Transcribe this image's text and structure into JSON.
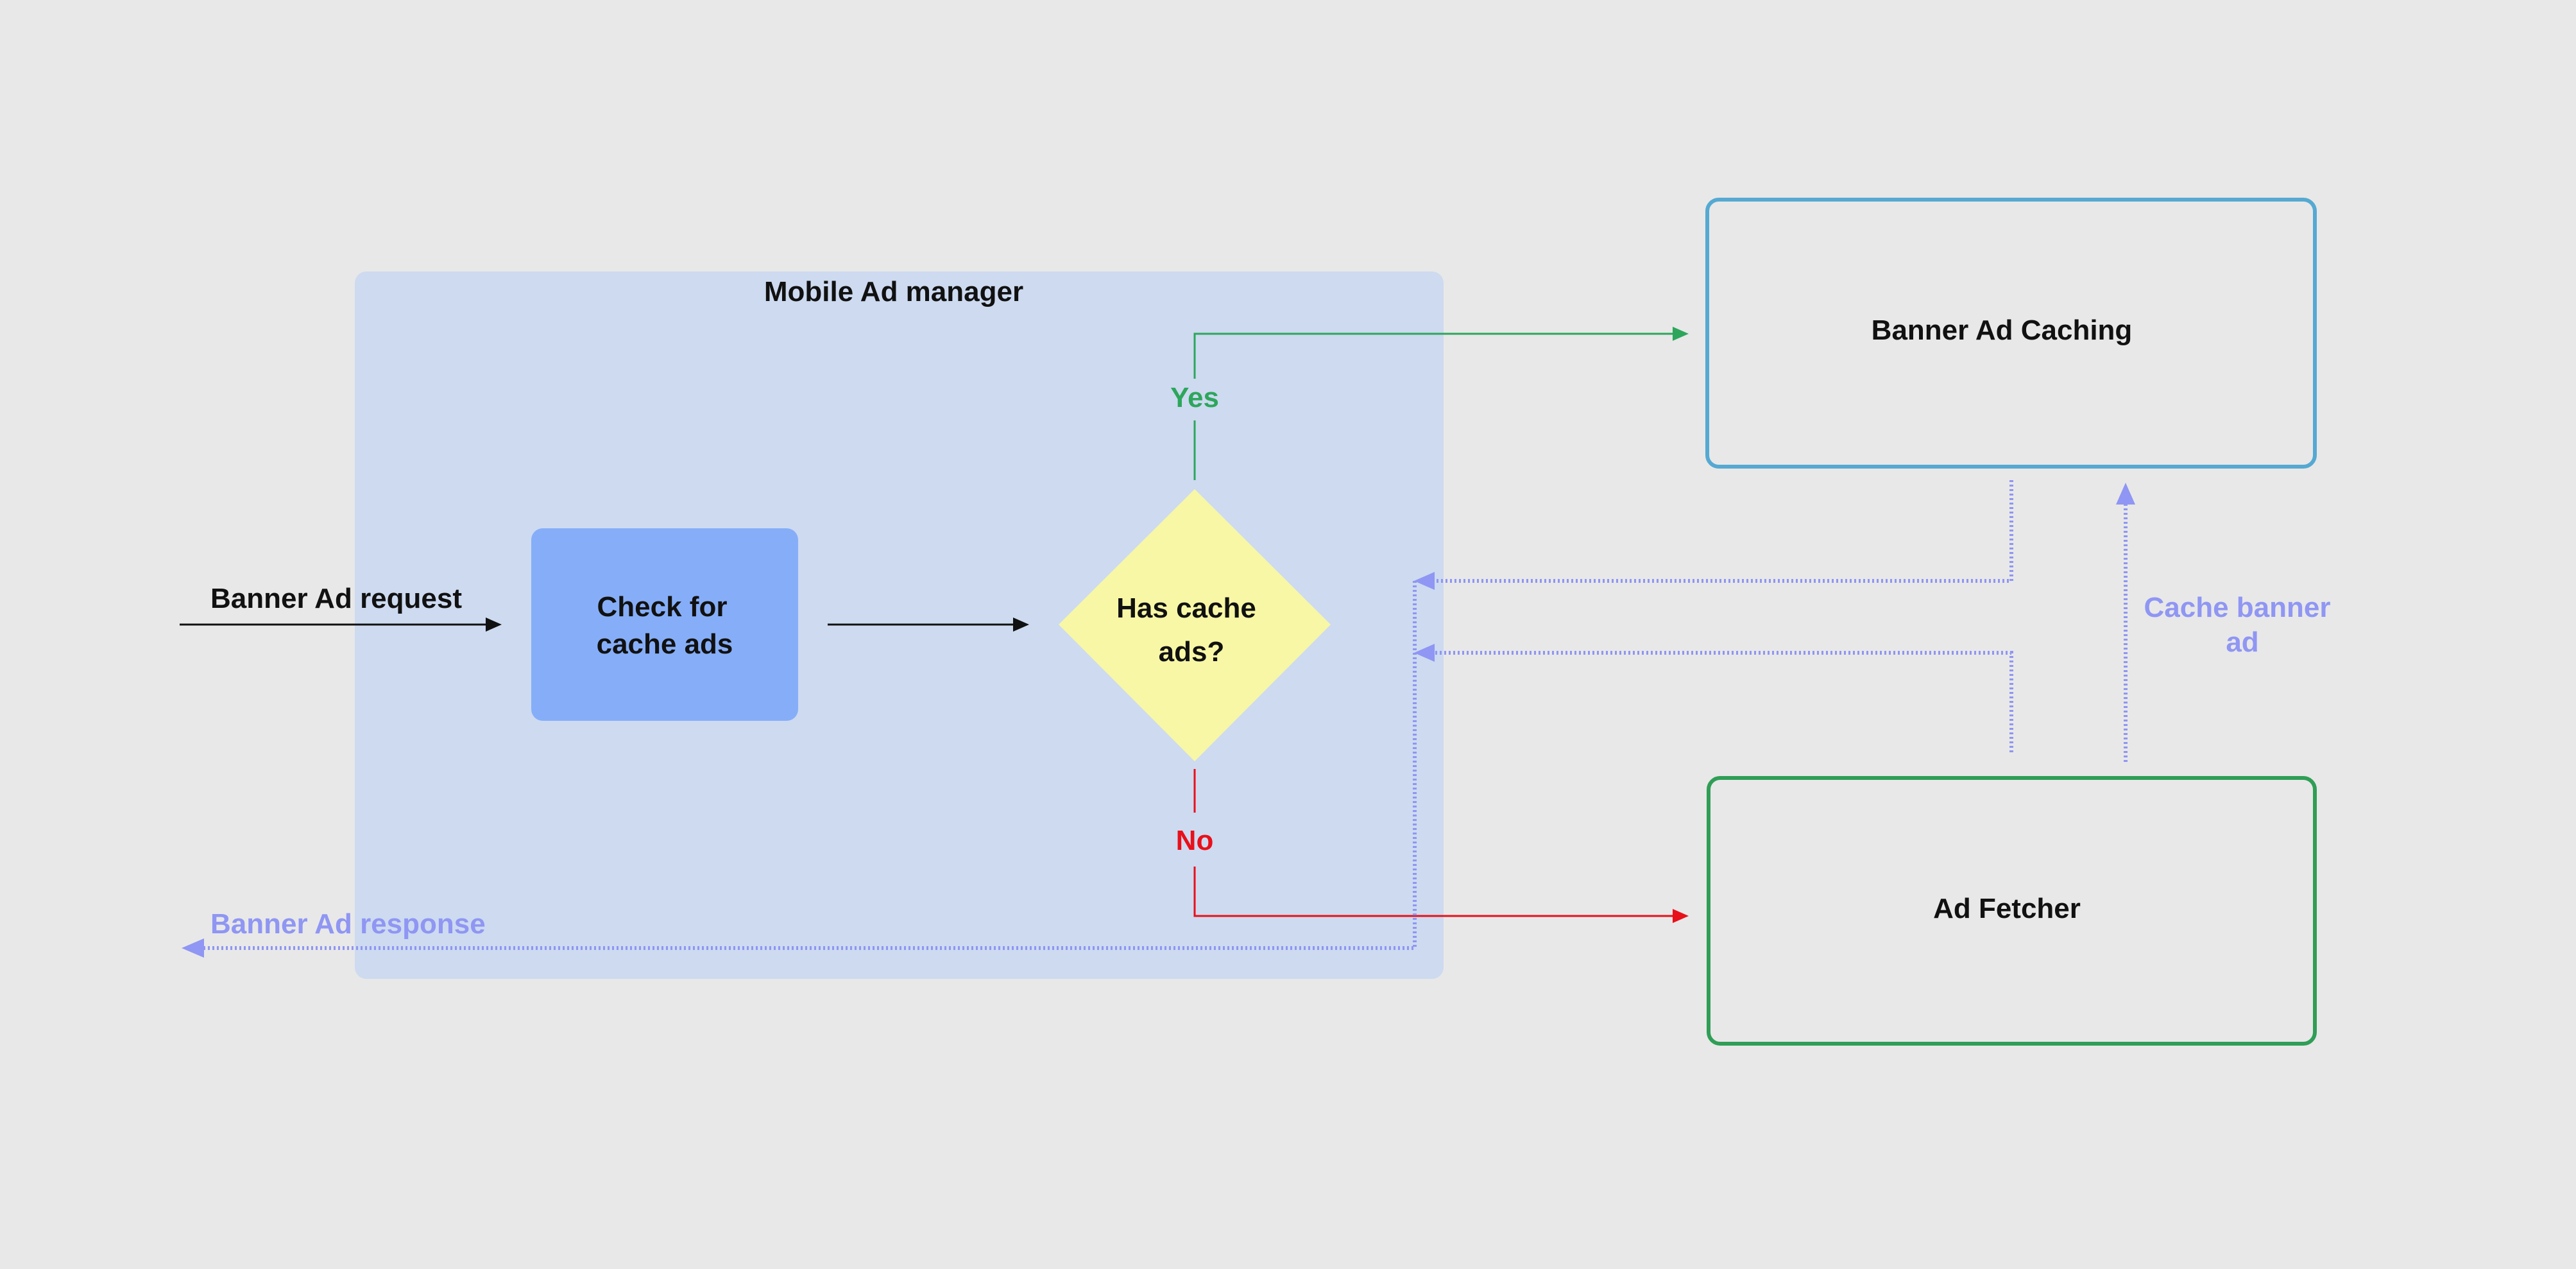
{
  "diagram": {
    "container_label": "Mobile Ad manager",
    "request_label": "Banner Ad request",
    "response_label": "Banner Ad response",
    "check_box": {
      "line1": "Check for",
      "line2": "cache ads"
    },
    "decision": {
      "line1": "Has cache",
      "line2": "ads?"
    },
    "yes_label": "Yes",
    "no_label": "No",
    "caching_box": "Banner Ad Caching",
    "fetcher_box": "Ad Fetcher",
    "cache_banner": {
      "line1": "Cache banner",
      "line2": "ad"
    }
  },
  "colors": {
    "background": "#e8e8e8",
    "container_fill": "#cddaf0",
    "check_box_fill": "#86aef8",
    "decision_fill": "#f7f7a6",
    "yes_green": "#2da65b",
    "no_red": "#e8101a",
    "dotted_purple": "#8f96f3",
    "caching_border": "#55a9d2",
    "fetcher_border": "#2f9e56",
    "text_black": "#111111"
  }
}
